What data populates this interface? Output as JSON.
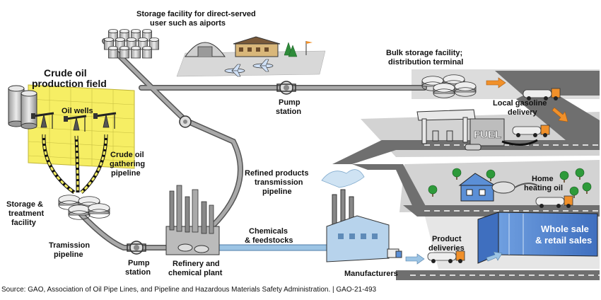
{
  "labels": {
    "storage_direct_1": "Storage facility for direct-served",
    "storage_direct_2": "user such as aiports",
    "crude_field_1": "Crude oil",
    "crude_field_2": "production field",
    "oil_wells": "Oil wells",
    "gathering_1": "Crude oil",
    "gathering_2": "gathering",
    "gathering_3": "pipeline",
    "storage_treat_1": "Storage &",
    "storage_treat_2": "treatment",
    "storage_treat_3": "facility",
    "tramission_1": "Tramission",
    "tramission_2": "pipeline",
    "pump_left_1": "Pump",
    "pump_left_2": "station",
    "pump_top_1": "Pump",
    "pump_top_2": "station",
    "refinery_1": "Refinery and",
    "refinery_2": "chemical plant",
    "refined_1": "Refined products",
    "refined_2": "transmission",
    "refined_3": "pipeline",
    "chemicals_1": "Chemicals",
    "chemicals_2": "& feedstocks",
    "manufacturers": "Manufacturers",
    "product_1": "Product",
    "product_2": "deliveries",
    "bulk_1": "Bulk storage facility;",
    "bulk_2": "distribution terminal",
    "gasoline_1": "Local gasoline",
    "gasoline_2": "delivery",
    "fuel_sign": "FUEL",
    "home_1": "Home",
    "home_2": "heating oil",
    "wholesale_1": "Whole sale",
    "wholesale_2": "& retail sales"
  },
  "source": "Source: GAO, Association of Oil Pipe Lines, and Pipeline and Hazardous Materials Safety Administration.  |  GAO-21-493",
  "colors": {
    "pipeline": "#8c8c8c",
    "feedstock_pipe": "#9cc4e4",
    "yellow_field": "#f6ee64",
    "road": "#6f6f6f",
    "ground": "#d3d3d3",
    "arrow_orange": "#f0902a",
    "arrow_blue": "#9cc4e4",
    "building_blue": "#5b8fd6"
  }
}
